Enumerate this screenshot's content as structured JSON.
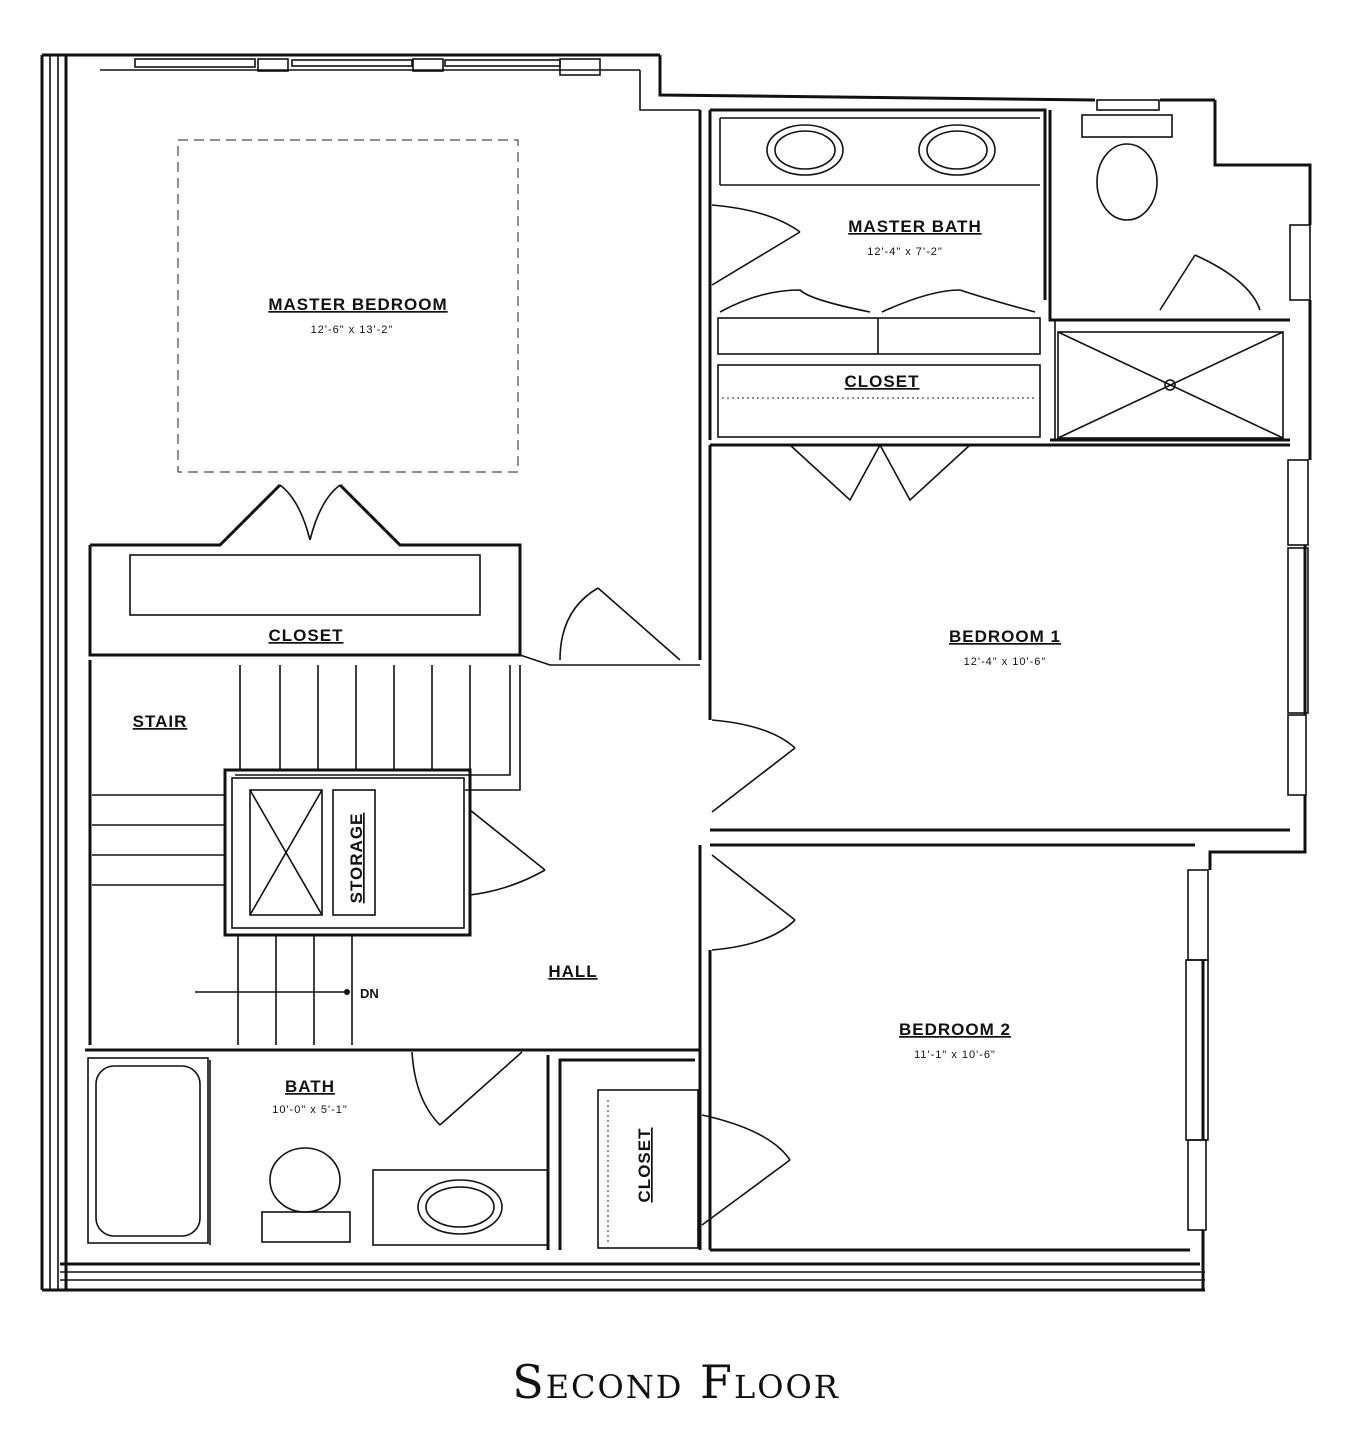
{
  "title": "Second Floor",
  "rooms": {
    "master_bedroom": {
      "name": "MASTER BEDROOM",
      "dims": "12'-6\" x 13'-2\""
    },
    "master_bath": {
      "name": "MASTER BATH",
      "dims": "12'-4\" x 7'-2\""
    },
    "master_closet": {
      "name": "CLOSET"
    },
    "bedroom1": {
      "name": "BEDROOM 1",
      "dims": "12'-4\" x 10'-6\""
    },
    "bedroom2": {
      "name": "BEDROOM 2",
      "dims": "11'-1\" x 10'-6\""
    },
    "closet_bedroom": {
      "name": "CLOSET"
    },
    "stair": {
      "name": "STAIR"
    },
    "storage": {
      "name": "STORAGE"
    },
    "hall": {
      "name": "HALL"
    },
    "bath": {
      "name": "BATH",
      "dims": "10'-0\" x 5'-1\""
    },
    "closet_bedroom2": {
      "name": "CLOSET"
    }
  },
  "stair_direction": "DN"
}
